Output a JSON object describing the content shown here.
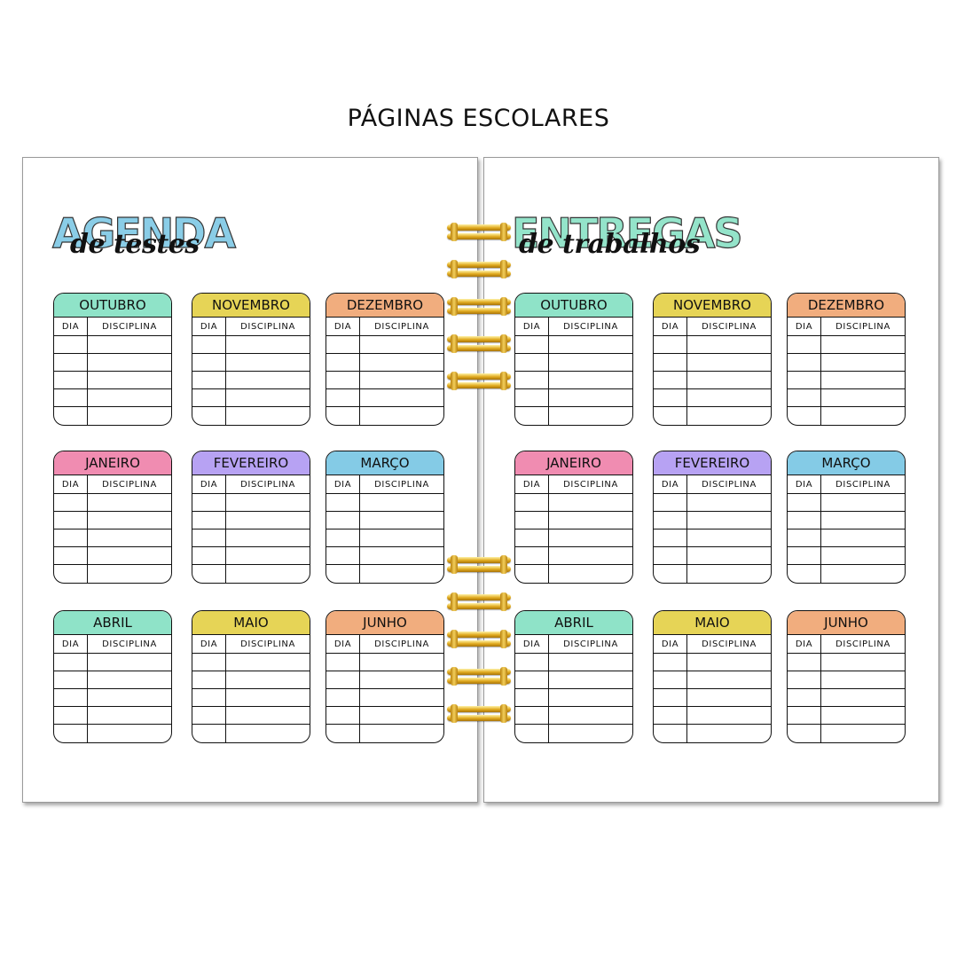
{
  "heading": "PÁGINAS ESCOLARES",
  "colors": {
    "mint": "#8fe3c8",
    "yellow": "#e6d456",
    "orange": "#f1ad7e",
    "pink": "#f08cb1",
    "purple": "#b7a2f3",
    "blue": "#84cbe6",
    "ring_gold": "#e0a91e"
  },
  "column_labels": {
    "dia": "DIA",
    "disciplina": "DISCIPLINA"
  },
  "pages": [
    {
      "title_big": "AGENDA",
      "title_script": "de testes",
      "title_color": "#84cbe6",
      "months": [
        {
          "name": "OUTUBRO",
          "color": "mint"
        },
        {
          "name": "NOVEMBRO",
          "color": "yellow"
        },
        {
          "name": "DEZEMBRO",
          "color": "orange"
        },
        {
          "name": "JANEIRO",
          "color": "pink"
        },
        {
          "name": "FEVEREIRO",
          "color": "purple"
        },
        {
          "name": "MARÇO",
          "color": "blue"
        },
        {
          "name": "ABRIL",
          "color": "mint"
        },
        {
          "name": "MAIO",
          "color": "yellow"
        },
        {
          "name": "JUNHO",
          "color": "orange"
        }
      ]
    },
    {
      "title_big": "ENTREGAS",
      "title_script": "de trabalhos",
      "title_color": "#8fe3c8",
      "months": [
        {
          "name": "OUTUBRO",
          "color": "mint"
        },
        {
          "name": "NOVEMBRO",
          "color": "yellow"
        },
        {
          "name": "DEZEMBRO",
          "color": "orange"
        },
        {
          "name": "JANEIRO",
          "color": "pink"
        },
        {
          "name": "FEVEREIRO",
          "color": "purple"
        },
        {
          "name": "MARÇO",
          "color": "blue"
        },
        {
          "name": "ABRIL",
          "color": "mint"
        },
        {
          "name": "MAIO",
          "color": "yellow"
        },
        {
          "name": "JUNHO",
          "color": "orange"
        }
      ]
    }
  ]
}
